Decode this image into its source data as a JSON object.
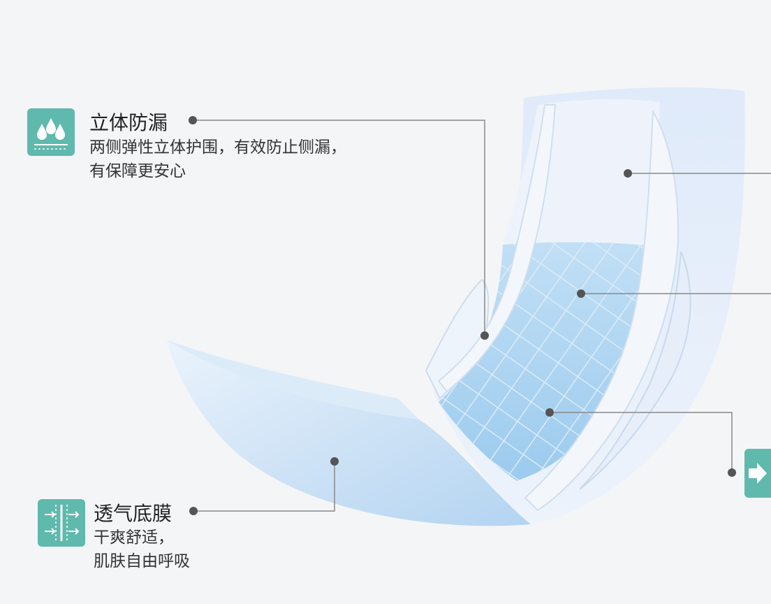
{
  "features": [
    {
      "title": "立体防漏",
      "desc_lines": [
        "两侧弹性立体护围，有效防止侧漏，",
        "有保障更安心"
      ],
      "icon": "water-drops-icon"
    },
    {
      "title": "透气底膜",
      "desc_lines": [
        "干爽舒适，",
        "肌肤自由呼吸"
      ],
      "icon": "breathable-film-icon"
    }
  ],
  "edge_icon": "arrow-right-icon",
  "colors": {
    "background": "#f4f5f7",
    "accent": "#5fb9ad",
    "pad_blue": "#a9d2f3",
    "leader_line": "#888888",
    "dot": "#555555"
  }
}
